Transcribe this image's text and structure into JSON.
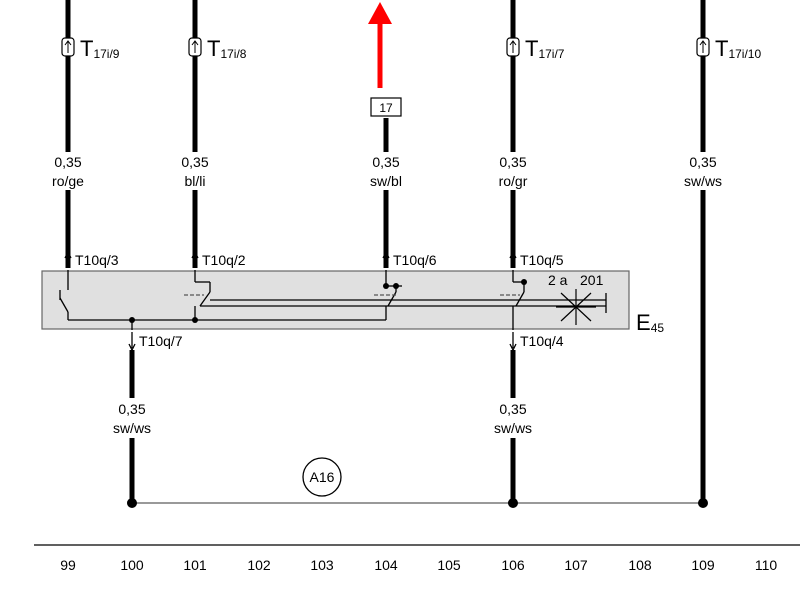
{
  "connectors_top": [
    {
      "main": "T",
      "sub": "17i/9"
    },
    {
      "main": "T",
      "sub": "17i/8"
    },
    {
      "main": "T",
      "sub": "17i/7"
    },
    {
      "main": "T",
      "sub": "17i/10"
    }
  ],
  "reference_box": "17",
  "wires_upper": [
    {
      "gauge": "0,35",
      "color": "ro/ge"
    },
    {
      "gauge": "0,35",
      "color": "bl/li"
    },
    {
      "gauge": "0,35",
      "color": "sw/bl"
    },
    {
      "gauge": "0,35",
      "color": "ro/gr"
    },
    {
      "gauge": "0,35",
      "color": "sw/ws"
    }
  ],
  "pins_top": [
    "T10q/3",
    "T10q/2",
    "T10q/6",
    "T10q/5"
  ],
  "pins_bottom": [
    "T10q/7",
    "T10q/4"
  ],
  "component": {
    "main": "E",
    "sub": "45"
  },
  "lamp_label": "2 a",
  "lamp_number": "201",
  "wires_lower": [
    {
      "gauge": "0,35",
      "color": "sw/ws"
    },
    {
      "gauge": "0,35",
      "color": "sw/ws"
    }
  ],
  "ground_point": "A16",
  "column_numbers": [
    "99",
    "100",
    "101",
    "102",
    "103",
    "104",
    "105",
    "106",
    "107",
    "108",
    "109",
    "110"
  ],
  "colors": {
    "wire": "#000000",
    "arrow": "#ff0000",
    "component_fill": "#e0e0e0",
    "bus": "#999999"
  }
}
